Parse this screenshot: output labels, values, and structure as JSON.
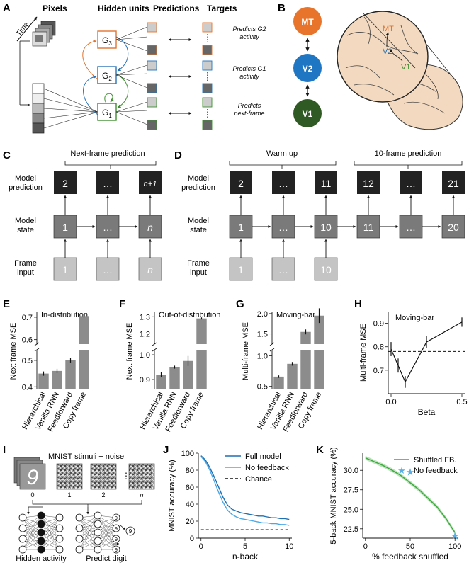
{
  "panel_labels": [
    "A",
    "B",
    "C",
    "D",
    "E",
    "F",
    "G",
    "H",
    "I",
    "J",
    "K"
  ],
  "colors": {
    "mt": "#e8732a",
    "v2": "#1f77c4",
    "v1": "#2f5a23",
    "g3": "#e07533",
    "g2": "#2a73b8",
    "g1": "#3f8f2f",
    "bar": "#8c8c8c",
    "dark_box": "#222222",
    "mid_box": "#7a7a7a",
    "light_box": "#c4c4c4",
    "full_model": "#1f6fb2",
    "no_feedback": "#4aa8e8",
    "shuffled": "#3aa83a",
    "star": "#5aaee8"
  },
  "panelA": {
    "col_headers": [
      "Pixels",
      "Hidden units",
      "Predictions",
      "Targets"
    ],
    "time_label": "Time",
    "units": [
      "G",
      "G",
      "G"
    ],
    "unit_subs": [
      "3",
      "2",
      "1"
    ],
    "annotations": [
      [
        "Predicts G2",
        "activity"
      ],
      [
        "Predicts G1",
        "activity"
      ],
      [
        "Predicts",
        "next-frame"
      ]
    ]
  },
  "panelB": {
    "areas": [
      "MT",
      "V2",
      "V1"
    ],
    "brain_labels": [
      "MT",
      "V2",
      "V1"
    ]
  },
  "panelC": {
    "title": "Next-frame prediction",
    "row_labels": [
      [
        "Model",
        "prediction"
      ],
      [
        "Model",
        "state"
      ],
      [
        "Frame",
        "input"
      ]
    ],
    "pred": [
      "2",
      "…",
      "n+1"
    ],
    "state": [
      "1",
      "…",
      "n"
    ],
    "input": [
      "1",
      "…",
      "n"
    ]
  },
  "panelD": {
    "title_warm": "Warm up",
    "title_pred": "10-frame prediction",
    "row_labels": [
      [
        "Model",
        "prediction"
      ],
      [
        "Model",
        "state"
      ],
      [
        "Frame",
        "input"
      ]
    ],
    "pred": [
      "2",
      "…",
      "11",
      "12",
      "…",
      "21"
    ],
    "state": [
      "1",
      "…",
      "10",
      "11",
      "…",
      "20"
    ],
    "input": [
      "1",
      "…",
      "10"
    ]
  },
  "panelE": {
    "chart_data": {
      "type": "bar",
      "title": "In-distribution",
      "ylabel": "Next frame MSE",
      "categories": [
        "Hierarchical",
        "Vanilla RNN",
        "Feedforward",
        "Copy frame"
      ],
      "values": [
        0.45,
        0.46,
        0.5,
        0.705
      ],
      "errors": [
        0.008,
        0.008,
        0.008,
        0.007
      ],
      "yticks_low": [
        "0.4",
        "0.5"
      ],
      "yticks_high": [
        "0.6",
        "0.7"
      ]
    }
  },
  "panelF": {
    "chart_data": {
      "type": "bar",
      "title": "Out-of-distribution",
      "ylabel": "Next frame MSE",
      "categories": [
        "Hierarchical",
        "Vanilla RNN",
        "Feedforward",
        "Copy frame"
      ],
      "values": [
        0.92,
        0.95,
        0.975,
        1.29
      ],
      "errors": [
        0.01,
        0.006,
        0.02,
        0.006
      ],
      "yticks_low": [
        "0.9",
        "1.0"
      ],
      "yticks_high": [
        "1.2",
        "1.3"
      ]
    }
  },
  "panelG": {
    "chart_data": {
      "type": "bar",
      "title": "Moving-bar",
      "ylabel": "Multi-frame MSE",
      "categories": [
        "Hierarchical",
        "Vanilla RNN",
        "Feedforward",
        "Copy frame"
      ],
      "values": [
        0.66,
        0.87,
        1.55,
        1.95
      ],
      "errors": [
        0.02,
        0.03,
        0.06,
        0.18
      ],
      "yticks_low": [
        "0.5",
        "1.0"
      ],
      "yticks_high": [
        "1.5",
        "2.0"
      ]
    }
  },
  "panelH": {
    "chart_data": {
      "type": "line",
      "title": "Moving-bar",
      "xlabel": "Beta",
      "ylabel": "Multi-frame MSE",
      "x": [
        0.0,
        0.05,
        0.1,
        0.25,
        0.5
      ],
      "y": [
        0.79,
        0.72,
        0.65,
        0.82,
        0.905
      ],
      "err": [
        0.03,
        0.03,
        0.025,
        0.025,
        0.02
      ],
      "baseline": 0.78,
      "xlim": [
        -0.02,
        0.52
      ],
      "ylim": [
        0.6,
        0.95
      ],
      "xticks": [
        0.0,
        0.5
      ],
      "yticks": [
        0.7,
        0.8,
        0.9
      ]
    }
  },
  "panelI": {
    "title": "MNIST stimuli + noise",
    "frame_labels": [
      "0",
      "1",
      "2",
      "n"
    ],
    "hidden_label": "Hidden activity",
    "predict_label": "Predict digit",
    "digit": "9"
  },
  "panelJ": {
    "chart_data": {
      "type": "line",
      "xlabel": "n-back",
      "ylabel": "MNIST accuracy (%)",
      "x": [
        0,
        0.5,
        1,
        1.5,
        2,
        2.5,
        3,
        3.5,
        4,
        4.5,
        5,
        5.5,
        6,
        6.5,
        7,
        7.5,
        8,
        8.5,
        9,
        9.5,
        10
      ],
      "series": [
        {
          "name": "Full model",
          "values": [
            97,
            92,
            83,
            72,
            60,
            48,
            39,
            34,
            32,
            30,
            29,
            28,
            27,
            26,
            26,
            25,
            24,
            24,
            23,
            23,
            22
          ]
        },
        {
          "name": "No feedback",
          "values": [
            96,
            90,
            80,
            67,
            54,
            42,
            33,
            28,
            25,
            23,
            22,
            21,
            20,
            19,
            18,
            18,
            17,
            17,
            16,
            16,
            15
          ]
        }
      ],
      "chance": 10,
      "chance_name": "Chance",
      "xlim": [
        -0.3,
        10.3
      ],
      "ylim": [
        0,
        100
      ],
      "xticks": [
        0,
        5,
        10
      ],
      "yticks": [
        0,
        20,
        40,
        60,
        80,
        100
      ]
    }
  },
  "panelK": {
    "chart_data": {
      "type": "line",
      "xlabel": "% feedback shuffled",
      "ylabel": "5-back MNIST accuracy (%)",
      "x": [
        0,
        10,
        20,
        30,
        40,
        50,
        60,
        70,
        80,
        90,
        100
      ],
      "series": [
        {
          "name": "Shuffled FB.",
          "values": [
            31.6,
            31.1,
            30.6,
            30.0,
            29.3,
            28.4,
            27.5,
            26.4,
            25.3,
            23.8,
            22.0
          ]
        }
      ],
      "band": 0.25,
      "star_name": "No feedback",
      "stars": [
        {
          "x": 50,
          "y": 29.8
        },
        {
          "x": 100,
          "y": 21.6
        }
      ],
      "xlim": [
        -3,
        103
      ],
      "ylim": [
        21.3,
        32.2
      ],
      "xticks": [
        0,
        50,
        100
      ],
      "yticks": [
        22.5,
        25.0,
        27.5,
        30.0
      ]
    }
  }
}
